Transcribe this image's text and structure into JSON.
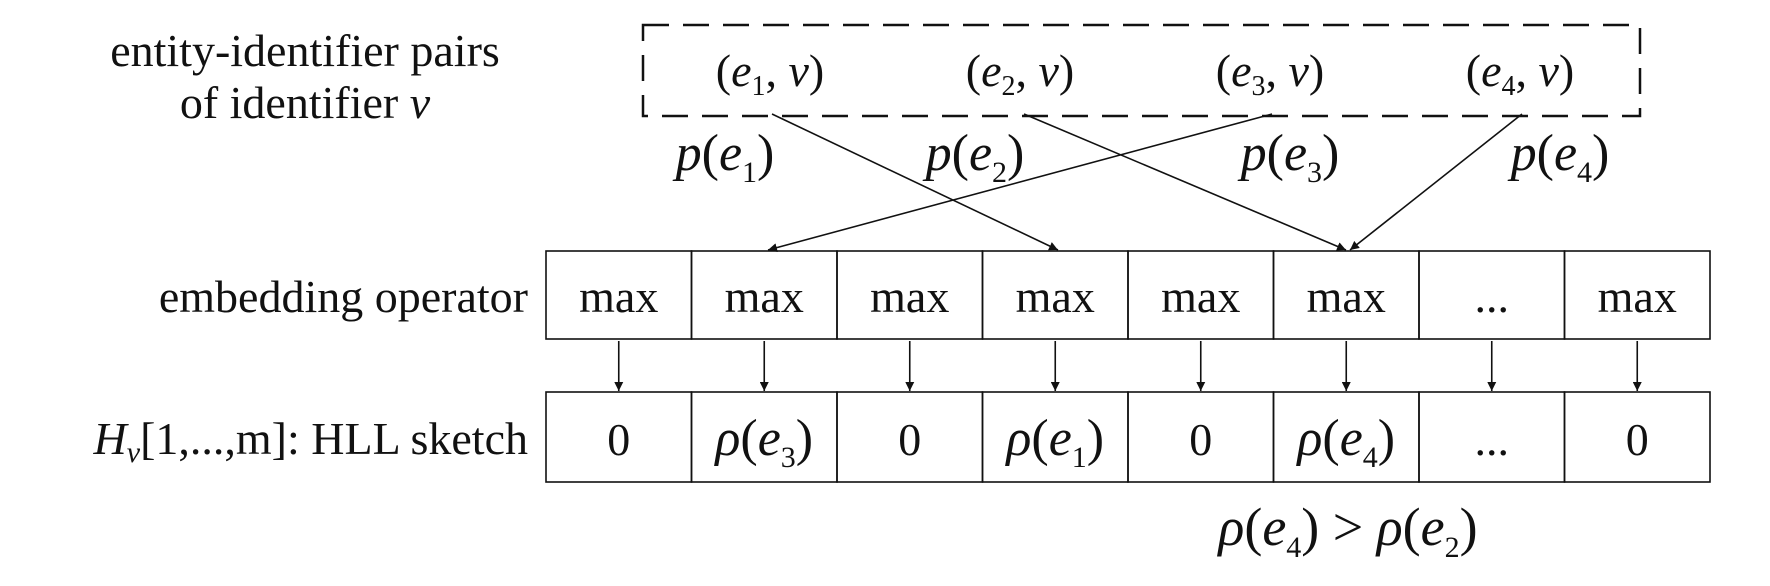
{
  "labels": {
    "pairs_line1": "entity-identifier pairs",
    "pairs_line2": "of identifier",
    "pairs_var": "v",
    "embedding": "embedding operator",
    "sketch_H": "H",
    "sketch_sub": "v",
    "sketch_rest": "[1,...,m]: HLL sketch"
  },
  "pairs": [
    {
      "e": "e",
      "sub": "1",
      "v": "v"
    },
    {
      "e": "e",
      "sub": "2",
      "v": "v"
    },
    {
      "e": "e",
      "sub": "3",
      "v": "v"
    },
    {
      "e": "e",
      "sub": "4",
      "v": "v"
    }
  ],
  "hash_labels": [
    {
      "fn": "p",
      "e": "e",
      "sub": "1"
    },
    {
      "fn": "p",
      "e": "e",
      "sub": "2"
    },
    {
      "fn": "p",
      "e": "e",
      "sub": "3"
    },
    {
      "fn": "p",
      "e": "e",
      "sub": "4"
    }
  ],
  "operators": [
    "max",
    "max",
    "max",
    "max",
    "max",
    "max",
    "...",
    "max"
  ],
  "sketch_cells": [
    {
      "text": "0"
    },
    {
      "rho": "ρ",
      "e": "e",
      "sub": "3"
    },
    {
      "text": "0"
    },
    {
      "rho": "ρ",
      "e": "e",
      "sub": "1"
    },
    {
      "text": "0"
    },
    {
      "rho": "ρ",
      "e": "e",
      "sub": "4"
    },
    {
      "text": "..."
    },
    {
      "text": "0"
    }
  ],
  "comparison": {
    "rho": "ρ",
    "e": "e",
    "sub_a": "4",
    "op": ">",
    "sub_b": "2"
  }
}
